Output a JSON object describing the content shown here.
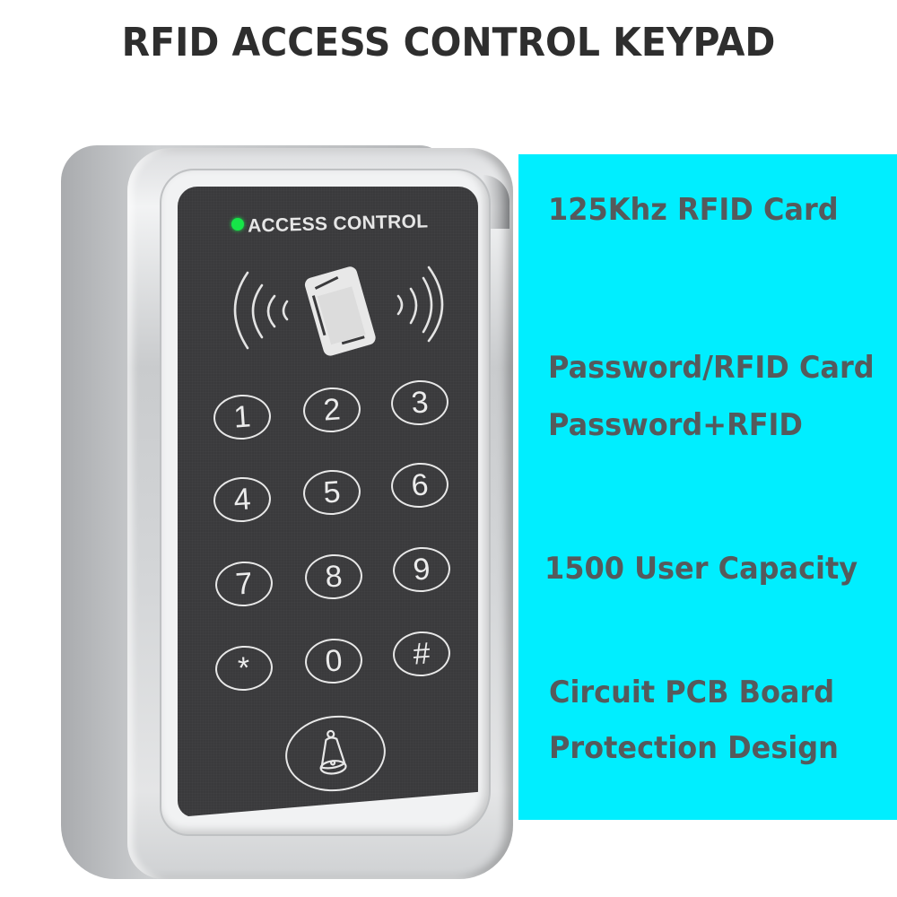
{
  "title": "RFID ACCESS CONTROL KEYPAD",
  "features": [
    {
      "text": "125Khz RFID Card"
    },
    {
      "text": "Password/RFID Card"
    },
    {
      "text": "Password+RFID"
    },
    {
      "text": "1500 User Capacity"
    },
    {
      "text": "Circuit PCB Board"
    },
    {
      "text": "Protection Design"
    }
  ],
  "device": {
    "label": "ACCESS CONTROL",
    "led_color": "#16e648",
    "keys": [
      "1",
      "2",
      "3",
      "4",
      "5",
      "6",
      "7",
      "8",
      "9",
      "*",
      "0",
      "#"
    ],
    "doorbell_icon": "bell-icon",
    "rfid_icon": "rfid-card-wave-icon"
  },
  "colors": {
    "panel_bg": "#00eeff",
    "feature_text": "#555a5c",
    "title_text": "#2e2e2e",
    "keypad_face": "#3a3a3c"
  }
}
